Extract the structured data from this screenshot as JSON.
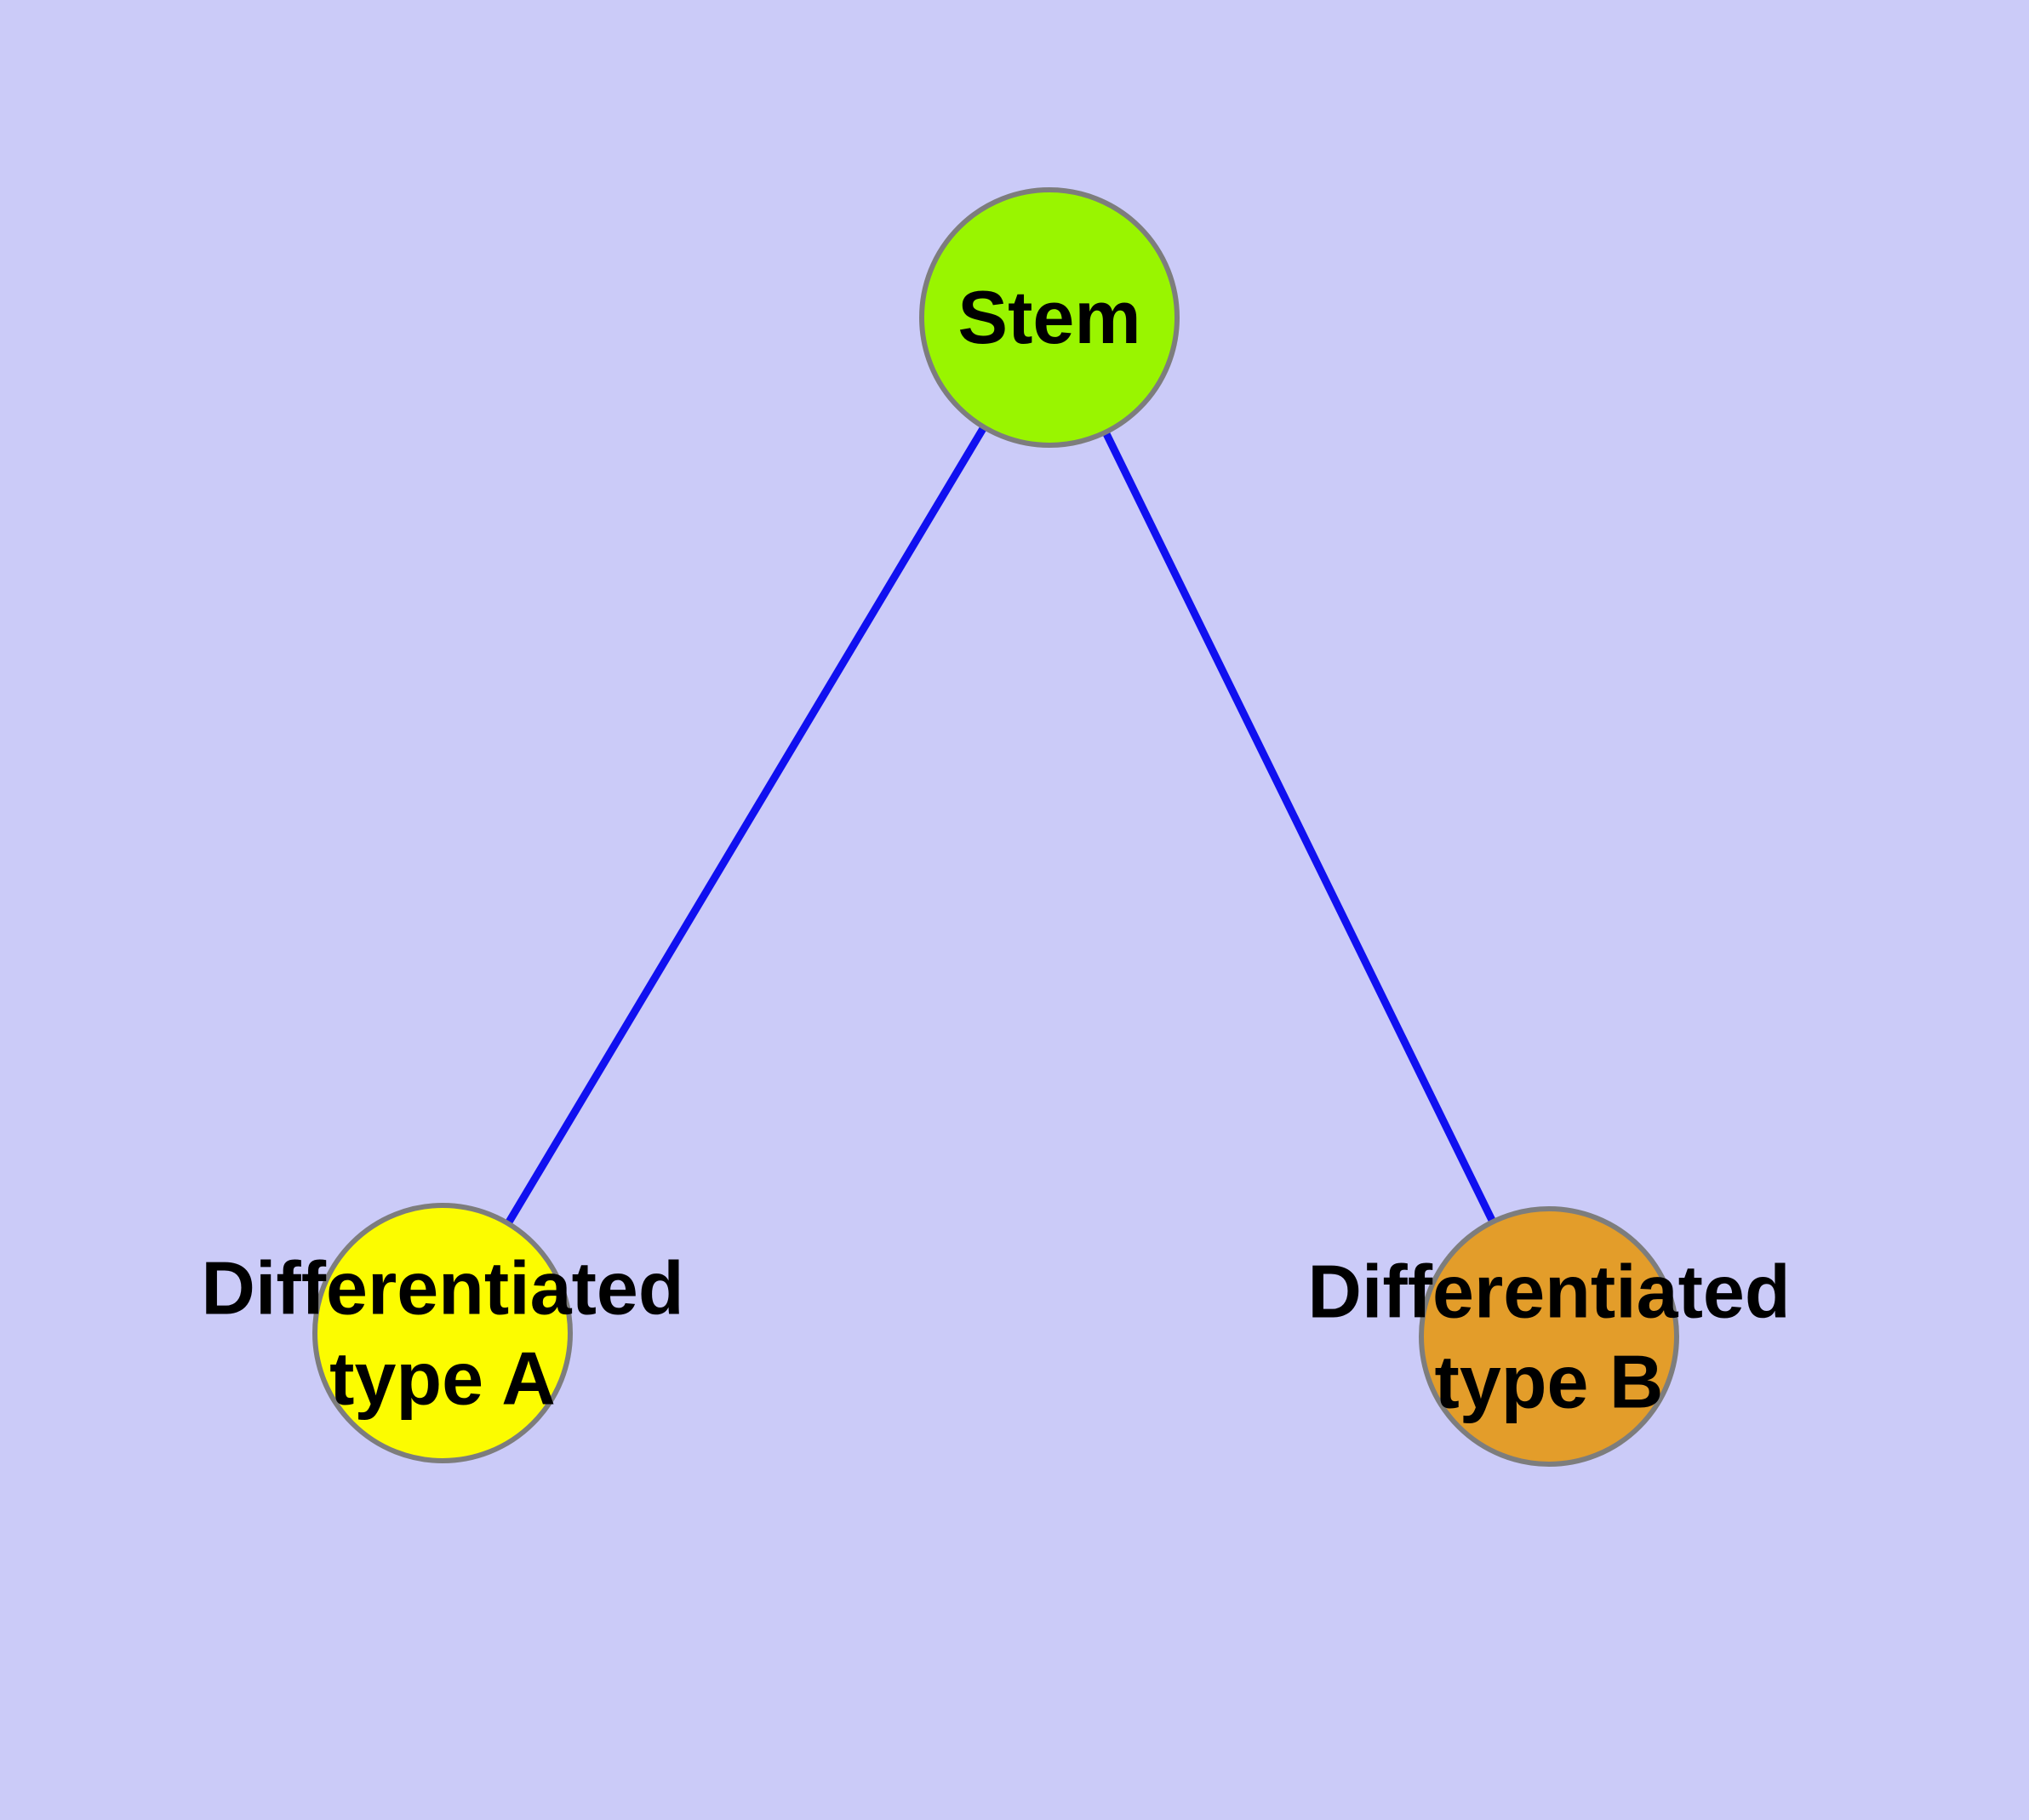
{
  "diagram": {
    "background_color": "#cbcbf8",
    "edge_color": "#1010f0",
    "node_border_color": "#7d7d7d",
    "label_color": "#000000",
    "nodes": [
      {
        "name": "stem",
        "label": "Stem",
        "fill_color": "#99f500"
      },
      {
        "name": "differentiated-type-a",
        "label": "Differentiated\ntype A",
        "fill_color": "#fcfc00"
      },
      {
        "name": "differentiated-type-b",
        "label": "Differentiated\ntype B",
        "fill_color": "#e39d2a"
      }
    ],
    "edges": [
      {
        "from": "stem",
        "to": "differentiated-type-a"
      },
      {
        "from": "stem",
        "to": "differentiated-type-b"
      }
    ]
  }
}
